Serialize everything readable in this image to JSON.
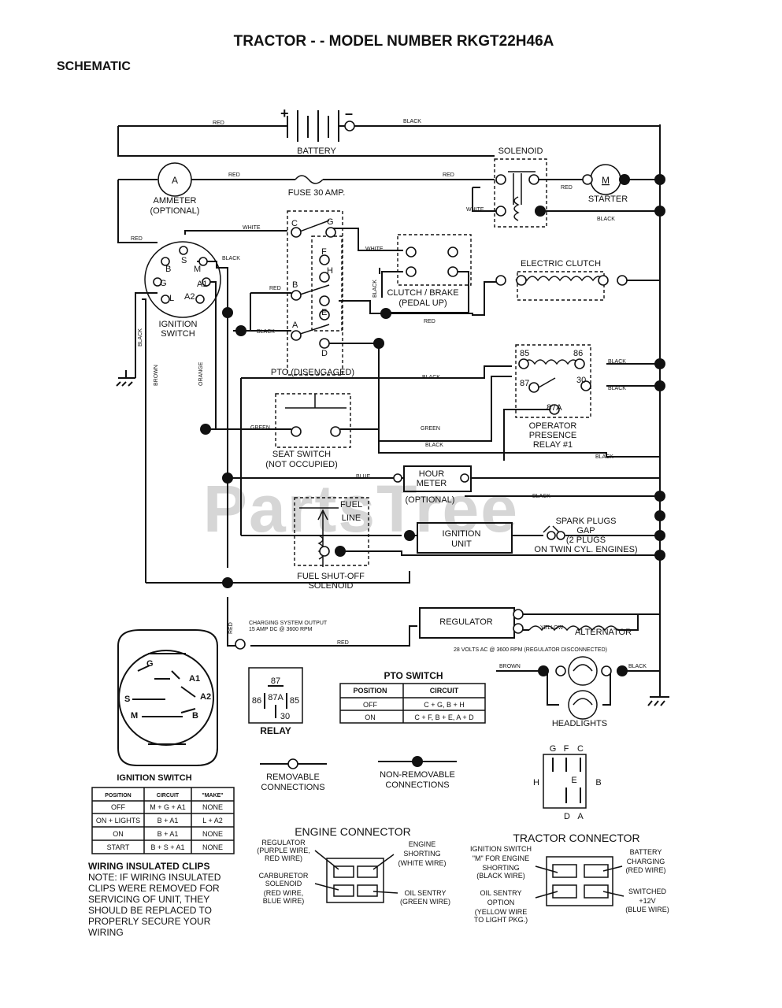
{
  "title": "TRACTOR - - MODEL NUMBER RKGT22H46A",
  "subtitle": "SCHEMATIC",
  "watermark": "PartsTree",
  "components": {
    "battery": "BATTERY",
    "solenoid": "SOLENOID",
    "ammeter": "AMMETER",
    "ammeter_note": "(OPTIONAL)",
    "fuse": "FUSE 30 AMP.",
    "starter": "STARTER",
    "ignition_switch_1": "IGNITION",
    "ignition_switch_2": "SWITCH",
    "clutch_brake_1": "CLUTCH / BRAKE",
    "clutch_brake_2": "(PEDAL UP)",
    "electric_clutch": "ELECTRIC CLUTCH",
    "pto": "PTO (DISENGAGED)",
    "relay_1": "OPERATOR",
    "relay_2": "PRESENCE",
    "relay_3": "RELAY #1",
    "seat_switch_1": "SEAT SWITCH",
    "seat_switch_2": "(NOT OCCUPIED)",
    "hour_meter_1": "HOUR",
    "hour_meter_2": "METER",
    "hour_meter_note": "(OPTIONAL)",
    "fuel_line_1": "FUEL",
    "fuel_line_2": "LINE",
    "ignition_unit_1": "IGNITION",
    "ignition_unit_2": "UNIT",
    "spark_plugs_1": "SPARK PLUGS",
    "spark_plugs_2": "GAP",
    "spark_plugs_3": "(2 PLUGS",
    "spark_plugs_4": "ON TWIN CYL. ENGINES)",
    "fuel_solenoid_1": "FUEL SHUT-OFF",
    "fuel_solenoid_2": "SOLENOID",
    "regulator": "REGULATOR",
    "alternator": "ALTERNATOR",
    "charging_1": "CHARGING SYSTEM OUTPUT",
    "charging_2": "15 AMP DC @ 3600 RPM",
    "alternator_spec": "28 VOLTS AC @ 3600 RPM (REGULATOR DISCONNECTED)",
    "headlights": "HEADLIGHTS"
  },
  "wire_labels": {
    "red": "RED",
    "black": "BLACK",
    "white": "WHITE",
    "green": "GREEN",
    "blue": "BLUE",
    "brown": "BROWN",
    "orange": "ORANGE",
    "yellow": "YELLOW"
  },
  "terminals": {
    "switch": [
      "S",
      "B",
      "M",
      "G",
      "A1",
      "L",
      "A2"
    ],
    "pto": [
      "C",
      "G",
      "F",
      "H",
      "B",
      "E",
      "A",
      "D"
    ],
    "relay": [
      "85",
      "86",
      "87",
      "30",
      "87A"
    ]
  },
  "relay_box": {
    "title": "RELAY",
    "pins": [
      "87",
      "86",
      "87A",
      "85",
      "30"
    ]
  },
  "pto_table": {
    "title": "PTO SWITCH",
    "headers": [
      "POSITION",
      "CIRCUIT"
    ],
    "rows": [
      [
        "OFF",
        "C + G, B + H"
      ],
      [
        "ON",
        "C + F, B + E, A + D"
      ]
    ]
  },
  "ignition_diagram": {
    "title": "IGNITION SWITCH",
    "pins": [
      "G",
      "A1",
      "A2",
      "S",
      "M",
      "B"
    ]
  },
  "ignition_table": {
    "headers": [
      "POSITION",
      "CIRCUIT",
      "\"MAKE\""
    ],
    "rows": [
      [
        "OFF",
        "M + G + A1",
        "NONE"
      ],
      [
        "ON + LIGHTS",
        "B + A1",
        "L + A2"
      ],
      [
        "ON",
        "B + A1",
        "NONE"
      ],
      [
        "START",
        "B + S + A1",
        "NONE"
      ]
    ]
  },
  "legend": {
    "removable_1": "REMOVABLE",
    "removable_2": "CONNECTIONS",
    "nonremovable_1": "NON-REMOVABLE",
    "nonremovable_2": "CONNECTIONS"
  },
  "connector_pins": {
    "top": [
      "G",
      "F",
      "C"
    ],
    "left": "H",
    "right": "B",
    "bottom": [
      "D",
      "A"
    ],
    "center": "E"
  },
  "note": [
    "WIRING INSULATED CLIPS",
    "NOTE: IF WIRING INSULATED",
    "CLIPS WERE REMOVED FOR",
    "SERVICING OF UNIT, THEY",
    "SHOULD BE REPLACED TO",
    "PROPERLY SECURE YOUR",
    "WIRING"
  ],
  "engine_connector": {
    "title": "ENGINE CONNECTOR",
    "regulator": [
      "REGULATOR",
      "(PURPLE WIRE,",
      "RED WIRE)"
    ],
    "carburetor": [
      "CARBURETOR",
      "SOLENOID",
      "(RED WIRE,",
      "BLUE WIRE)"
    ],
    "shorting": [
      "ENGINE",
      "SHORTING",
      "(WHITE WIRE)"
    ],
    "oil": [
      "OIL SENTRY",
      "(GREEN WIRE)"
    ]
  },
  "tractor_connector": {
    "title": "TRACTOR CONNECTOR",
    "ignition": [
      "IGNITION SWITCH",
      "\"M\" FOR ENGINE",
      "SHORTING",
      "(BLACK WIRE)"
    ],
    "oil": [
      "OIL SENTRY",
      "OPTION",
      "(YELLOW WIRE",
      "TO LIGHT PKG.)"
    ],
    "battery": [
      "BATTERY",
      "CHARGING",
      "(RED WIRE)"
    ],
    "switched": [
      "SWITCHED",
      "+12V",
      "(BLUE WIRE)"
    ]
  }
}
